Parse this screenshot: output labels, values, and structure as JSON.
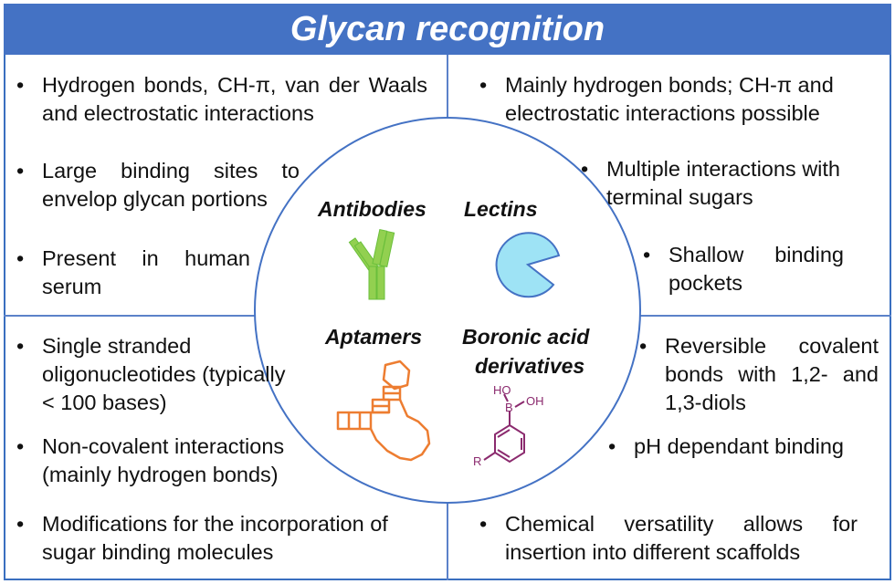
{
  "title": "Glycan recognition",
  "quadrants": {
    "antibodies": {
      "label": "Antibodies",
      "bullets": [
        "Hydrogen bonds, CH-π, van der Waals and electrostatic interactions",
        "Large binding sites to envelop glycan portions",
        "Present in human serum"
      ]
    },
    "lectins": {
      "label": "Lectins",
      "bullets": [
        "Mainly hydrogen bonds; CH-π and electrostatic interactions possible",
        "Multiple interactions with terminal sugars",
        "Shallow binding pockets"
      ]
    },
    "aptamers": {
      "label": "Aptamers",
      "bullets": [
        "Single stranded oligonucleotides (typically < 100 bases)",
        "Non-covalent interactions (mainly hydrogen bonds)",
        "Modifications for the incorporation of sugar binding molecules"
      ]
    },
    "boronic": {
      "label_line1": "Boronic acid",
      "label_line2": "derivatives",
      "structure_labels": {
        "ho": "HO",
        "b": "B",
        "oh": "OH",
        "r": "R"
      },
      "bullets": [
        "Reversible covalent bonds with 1,2- and 1,3-diols",
        "pH dependant binding",
        "Chemical versatility allows for insertion into different scaffolds"
      ]
    }
  },
  "bullet_symbol": "•",
  "colors": {
    "banner": "#4472c4",
    "antibody": "#92d050",
    "lectin": "#9ee3f5",
    "aptamer": "#ed7d31",
    "boronic": "#8b2a6e"
  }
}
